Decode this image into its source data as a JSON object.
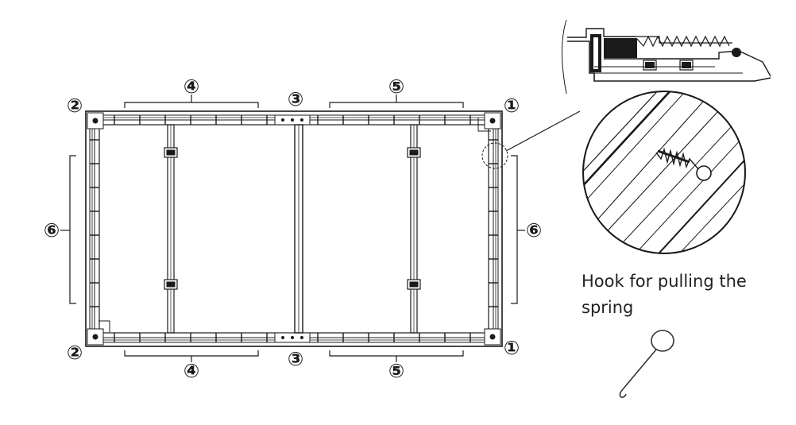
{
  "callouts": {
    "c1": "①",
    "c2": "②",
    "c3": "③",
    "c4": "④",
    "c5": "⑤",
    "c6": "⑥"
  },
  "caption": "Hook for pulling the spring",
  "colors": {
    "line": "#1a1a1a",
    "background": "#ffffff"
  }
}
